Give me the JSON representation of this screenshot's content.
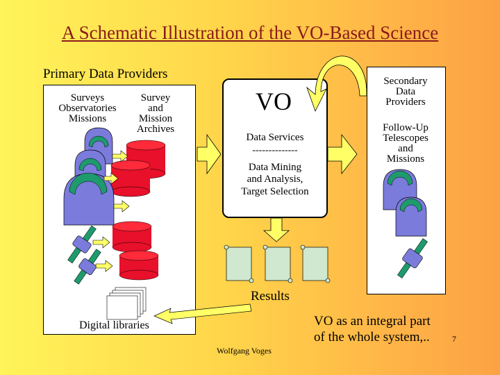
{
  "title": "A Schematic Illustration of the VO-Based Science",
  "primary": {
    "heading": "Primary Data Providers",
    "col1": "Surveys\nObservatories\nMissions",
    "col2": "Survey\nand\nMission\nArchives"
  },
  "vo": {
    "title": "VO",
    "services": "Data Services",
    "separator": "--------------",
    "mining": "Data Mining\nand Analysis,\nTarget Selection"
  },
  "secondary": {
    "heading": "Secondary\nData\nProviders",
    "followup": "Follow-Up\nTelescopes\nand\nMissions"
  },
  "results": "Results",
  "digital_libraries": "Digital libraries",
  "author": "Wolfgang Voges",
  "tagline": "VO as an integral part\nof the whole system",
  "tagline_suffix": ",..",
  "page_number": "7",
  "colors": {
    "title": "#8b1a1a",
    "arrow": "#ffff66",
    "archive": "#e8102a",
    "telescope": "#7b7bdc",
    "telescope_cap": "#1f9a6d",
    "scroll": "#cfe8cf"
  }
}
